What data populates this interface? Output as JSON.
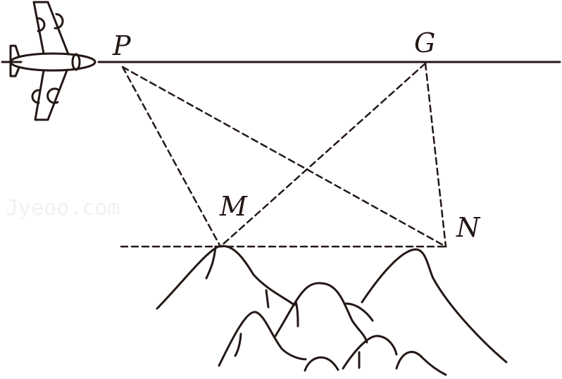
{
  "labels": {
    "P": "P",
    "G": "G",
    "M": "M",
    "N": "N"
  },
  "watermark": "Jyeoo.com",
  "colors": {
    "stroke": "#231815",
    "watermark": "#f1f1f1"
  }
}
